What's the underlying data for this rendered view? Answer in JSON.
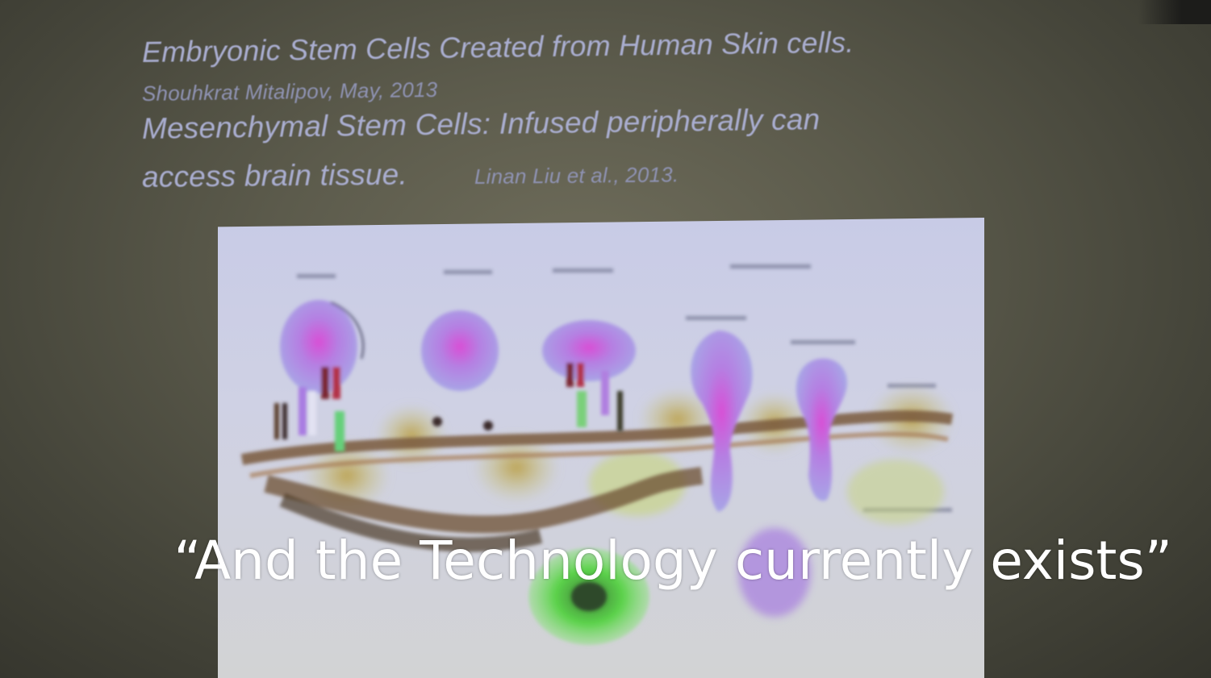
{
  "slide": {
    "title": "Embryonic Stem Cells Created from Human Skin cells.",
    "title_citation": "Shouhkrat Mitalipov, May, 2013",
    "line3": "Mesenchymal Stem Cells: Infused peripherally can",
    "line4": "access brain tissue.",
    "line4_citation": "Linan Liu et al., 2013."
  },
  "caption": {
    "text": "“And the Technology currently exists”"
  },
  "colors": {
    "slide_text": "#a9adcf",
    "caption": "#ffffff",
    "cell_purple": "#b07fe0",
    "cell_magenta": "#d84fd6",
    "green_cell": "#5bd24a"
  }
}
